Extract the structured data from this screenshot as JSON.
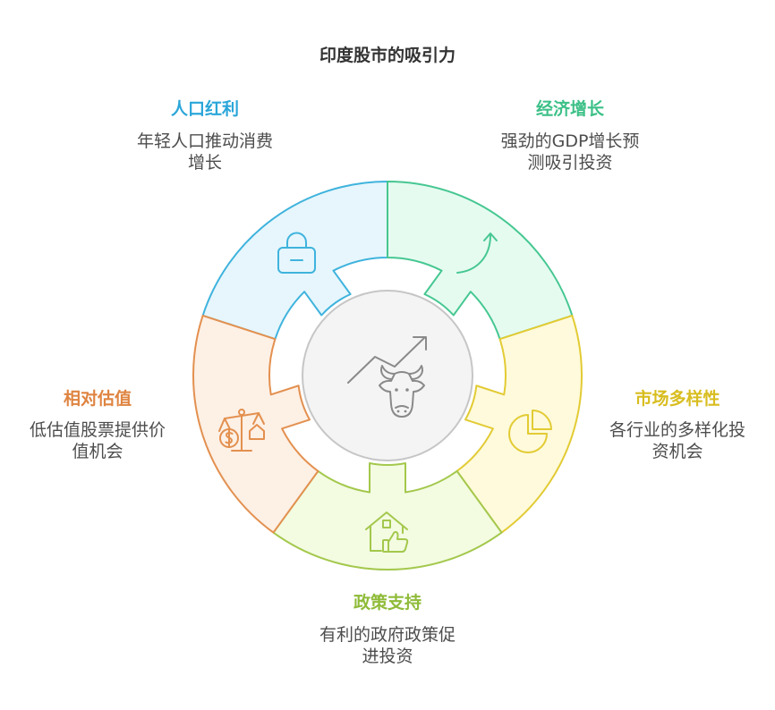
{
  "title": "印度股市的吸引力",
  "segments": [
    {
      "label": "人口红利",
      "description": [
        "年轻人口推动消费",
        "增长"
      ],
      "icon": "padlock-icon",
      "accent": "#2ba6d9",
      "stroke": "#3fb3dd",
      "fill": "#e6f6fc"
    },
    {
      "label": "经济增长",
      "description": [
        "强劲的GDP增长预",
        "测吸引投资"
      ],
      "icon": "curved-arrow-up-icon",
      "accent": "#3cc087",
      "stroke": "#46c791",
      "fill": "#e5fbf0"
    },
    {
      "label": "市场多样性",
      "description": [
        "各行业的多样化投",
        "资机会"
      ],
      "icon": "pie-chart-icon",
      "accent": "#d8bd1f",
      "stroke": "#e2cb34",
      "fill": "#fffadb"
    },
    {
      "label": "政策支持",
      "description": [
        "有利的政府政策促",
        "进投资"
      ],
      "icon": "house-thumbs-up-icon",
      "accent": "#8fbb39",
      "stroke": "#a3c84c",
      "fill": "#f3fbe1"
    },
    {
      "label": "相对估值",
      "description": [
        "低估值股票提供价",
        "值机会"
      ],
      "icon": "scales-dollar-icon",
      "accent": "#df8441",
      "stroke": "#e3904f",
      "fill": "#fdf0e5"
    }
  ],
  "center": {
    "icons": [
      "trend-arrow-icon",
      "bull-head-icon"
    ],
    "fill": "#f4f4f4",
    "stroke": "#c6c6c6",
    "icon_color": "#8a8a8a"
  },
  "colors": {
    "title": "#333333",
    "description": "#4d4d4d"
  }
}
